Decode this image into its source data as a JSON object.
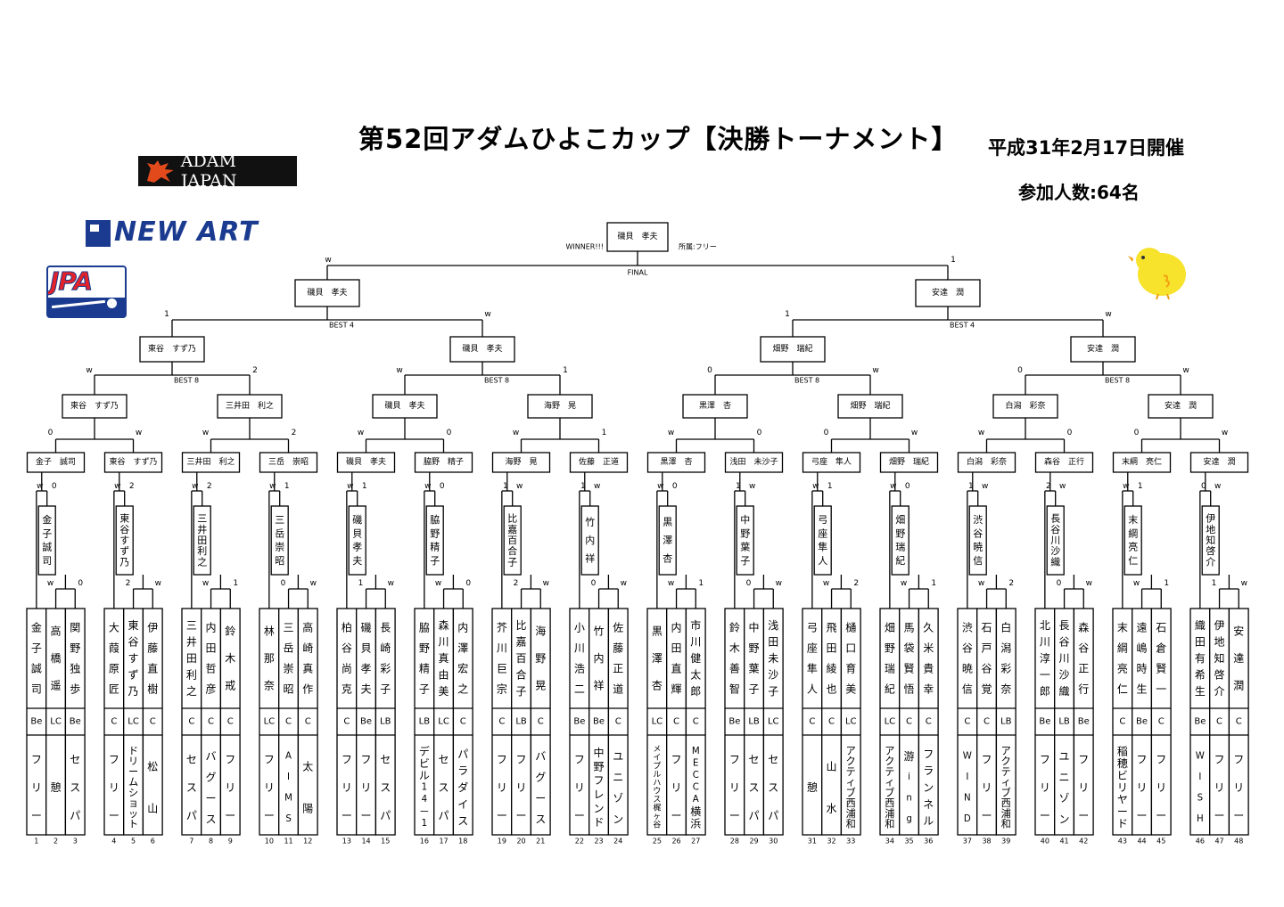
{
  "header": {
    "title": "第52回アダムひよこカップ【決勝トーナメント】",
    "date": "平成31年2月17日開催",
    "participants": "参加人数:64名"
  },
  "logos": {
    "adam": "ADAM JAPAN",
    "newart": "NEW ART",
    "jpa": "JPA",
    "chick_icon": "chick-icon"
  },
  "winner": {
    "name": "磯貝　孝夫",
    "label": "WINNER!!!",
    "affiliation": "所属:フリー"
  },
  "round_labels": {
    "final": "FINAL",
    "best4": "BEST 4",
    "best8": "BEST 8"
  },
  "final": {
    "scores": [
      "w",
      "1"
    ]
  },
  "best4": [
    {
      "name": "磯貝　孝夫",
      "scores": [
        "1",
        "w"
      ]
    },
    {
      "name": "安達　潤",
      "scores": [
        "1",
        "w"
      ]
    }
  ],
  "best8": [
    {
      "name": "東谷　すず乃",
      "scores": [
        "w",
        "2"
      ]
    },
    {
      "name": "磯貝　孝夫",
      "scores": [
        "w",
        "1"
      ]
    },
    {
      "name": "畑野　瑞紀",
      "scores": [
        "0",
        "w"
      ]
    },
    {
      "name": "安達　潤",
      "scores": [
        "0",
        "w"
      ]
    }
  ],
  "r16": [
    {
      "name": "東谷　すず乃",
      "scores": [
        "0",
        "w"
      ]
    },
    {
      "name": "三井田　利之",
      "scores": [
        "w",
        "2"
      ]
    },
    {
      "name": "磯貝　孝夫",
      "scores": [
        "w",
        "0"
      ]
    },
    {
      "name": "海野　晃",
      "scores": [
        "w",
        "1"
      ]
    },
    {
      "name": "黒澤　杏",
      "scores": [
        "w",
        "0"
      ]
    },
    {
      "name": "畑野　瑞紀",
      "scores": [
        "0",
        "w"
      ]
    },
    {
      "name": "白潟　彩奈",
      "scores": [
        "w",
        "0"
      ]
    },
    {
      "name": "安達　潤",
      "scores": [
        "0",
        "w"
      ]
    }
  ],
  "r32": [
    {
      "name": "金子　誠司",
      "scores": [
        "w",
        "0"
      ]
    },
    {
      "name": "東谷　すず乃",
      "scores": [
        "w",
        "2"
      ]
    },
    {
      "name": "三井田　利之",
      "scores": [
        "w",
        "2"
      ]
    },
    {
      "name": "三岳　崇昭",
      "scores": [
        "w",
        "1"
      ]
    },
    {
      "name": "磯貝　孝夫",
      "scores": [
        "w",
        "1"
      ]
    },
    {
      "name": "脇野　精子",
      "scores": [
        "w",
        "0"
      ]
    },
    {
      "name": "海野　晃",
      "scores": [
        "1",
        "w"
      ]
    },
    {
      "name": "佐藤　正道",
      "scores": [
        "1",
        "w"
      ]
    },
    {
      "name": "黒澤　杏",
      "scores": [
        "w",
        "0"
      ]
    },
    {
      "name": "浅田　未沙子",
      "scores": [
        "1",
        "w"
      ]
    },
    {
      "name": "弓座　隼人",
      "scores": [
        "w",
        "1"
      ]
    },
    {
      "name": "畑野　瑞紀",
      "scores": [
        "w",
        "0"
      ]
    },
    {
      "name": "白潟　彩奈",
      "scores": [
        "1",
        "w"
      ]
    },
    {
      "name": "森谷　正行",
      "scores": [
        "2",
        "w"
      ]
    },
    {
      "name": "末綱　亮仁",
      "scores": [
        "w",
        "1"
      ]
    },
    {
      "name": "安達　潤",
      "scores": [
        "0",
        "w"
      ]
    }
  ],
  "r48": [
    {
      "name": "金子誠司",
      "scores": [
        "w",
        "0"
      ]
    },
    {
      "name": "東谷すず乃",
      "scores": [
        "2",
        "w"
      ]
    },
    {
      "name": "三井田利之",
      "scores": [
        "w",
        "1"
      ]
    },
    {
      "name": "三岳崇昭",
      "scores": [
        "0",
        "w"
      ]
    },
    {
      "name": "磯貝孝夫",
      "scores": [
        "1",
        "w"
      ]
    },
    {
      "name": "脇野精子",
      "scores": [
        "w",
        "0"
      ]
    },
    {
      "name": "比嘉百合子",
      "scores": [
        "2",
        "w"
      ]
    },
    {
      "name": "竹内祥",
      "scores": [
        "0",
        "w"
      ]
    },
    {
      "name": "黒澤杏",
      "scores": [
        "w",
        "1"
      ]
    },
    {
      "name": "中野葉子",
      "scores": [
        "0",
        "w"
      ]
    },
    {
      "name": "弓座隼人",
      "scores": [
        "w",
        "2"
      ]
    },
    {
      "name": "畑野瑞紀",
      "scores": [
        "w",
        "1"
      ]
    },
    {
      "name": "渋谷暁信",
      "scores": [
        "w",
        "2"
      ]
    },
    {
      "name": "長谷川沙織",
      "scores": [
        "0",
        "w"
      ]
    },
    {
      "name": "末綱亮仁",
      "scores": [
        "w",
        "1"
      ]
    },
    {
      "name": "伊地知啓介",
      "scores": [
        "1",
        "w"
      ]
    }
  ],
  "players": [
    {
      "no": "1",
      "name": "金子　誠司",
      "cls": "Be",
      "aff": "フリー"
    },
    {
      "no": "2",
      "name": "高橋　遥",
      "cls": "LC",
      "aff": "憩"
    },
    {
      "no": "3",
      "name": "関野　独歩",
      "cls": "Be",
      "aff": "セスパ"
    },
    {
      "no": "4",
      "name": "大葭原　匠",
      "cls": "C",
      "aff": "フリー"
    },
    {
      "no": "5",
      "name": "東谷　すず乃",
      "cls": "LC",
      "aff": "ドリームショット"
    },
    {
      "no": "6",
      "name": "伊藤　直樹",
      "cls": "C",
      "aff": "松山"
    },
    {
      "no": "7",
      "name": "三井田　利之",
      "cls": "C",
      "aff": "セスパ"
    },
    {
      "no": "8",
      "name": "内田　哲彦",
      "cls": "C",
      "aff": "バグース"
    },
    {
      "no": "9",
      "name": "鈴木　戒",
      "cls": "C",
      "aff": "フリー"
    },
    {
      "no": "10",
      "name": "林　那奈",
      "cls": "LC",
      "aff": "フリー"
    },
    {
      "no": "11",
      "name": "三岳　崇昭",
      "cls": "C",
      "aff": "AIMS"
    },
    {
      "no": "12",
      "name": "高崎　真作",
      "cls": "C",
      "aff": "太陽"
    },
    {
      "no": "13",
      "name": "柏谷　尚克",
      "cls": "C",
      "aff": "フリー"
    },
    {
      "no": "14",
      "name": "磯貝　孝夫",
      "cls": "Be",
      "aff": "フリー"
    },
    {
      "no": "15",
      "name": "長崎　彩子",
      "cls": "LB",
      "aff": "セスパ"
    },
    {
      "no": "16",
      "name": "脇野　精子",
      "cls": "LB",
      "aff": "デビル14－1"
    },
    {
      "no": "17",
      "name": "森川　真由美",
      "cls": "LC",
      "aff": "セスパ"
    },
    {
      "no": "18",
      "name": "内澤　宏之",
      "cls": "C",
      "aff": "パラダイス"
    },
    {
      "no": "19",
      "name": "芥川　巨宗",
      "cls": "C",
      "aff": "フリー"
    },
    {
      "no": "20",
      "name": "比嘉　百合子",
      "cls": "LB",
      "aff": "フリー"
    },
    {
      "no": "21",
      "name": "海野　晃",
      "cls": "C",
      "aff": "バグース"
    },
    {
      "no": "22",
      "name": "小川　浩二",
      "cls": "Be",
      "aff": "フリー"
    },
    {
      "no": "23",
      "name": "竹内　祥",
      "cls": "Be",
      "aff": "中野フレンド"
    },
    {
      "no": "24",
      "name": "佐藤　正道",
      "cls": "C",
      "aff": "ユニゾン"
    },
    {
      "no": "25",
      "name": "黒澤　杏",
      "cls": "LC",
      "aff": "メイプルハウス梶ヶ谷"
    },
    {
      "no": "26",
      "name": "内田　直輝",
      "cls": "C",
      "aff": "フリー"
    },
    {
      "no": "27",
      "name": "市川　健太郎",
      "cls": "C",
      "aff": "MECCA横浜"
    },
    {
      "no": "28",
      "name": "鈴木　善智",
      "cls": "Be",
      "aff": "フリー"
    },
    {
      "no": "29",
      "name": "中野　葉子",
      "cls": "LB",
      "aff": "セスパ"
    },
    {
      "no": "30",
      "name": "浅田　未沙子",
      "cls": "LC",
      "aff": "セスパ"
    },
    {
      "no": "31",
      "name": "弓座　隼人",
      "cls": "C",
      "aff": "憩"
    },
    {
      "no": "32",
      "name": "飛田　綾也",
      "cls": "C",
      "aff": "山水"
    },
    {
      "no": "33",
      "name": "樋口　育美",
      "cls": "LC",
      "aff": "アクティブ西浦和"
    },
    {
      "no": "34",
      "name": "畑野　瑞紀",
      "cls": "LC",
      "aff": "アクティブ西浦和"
    },
    {
      "no": "35",
      "name": "馬袋　賢悟",
      "cls": "C",
      "aff": "游ing"
    },
    {
      "no": "36",
      "name": "久米　貴幸",
      "cls": "C",
      "aff": "フランネル"
    },
    {
      "no": "37",
      "name": "渋谷　暁信",
      "cls": "C",
      "aff": "WIND"
    },
    {
      "no": "38",
      "name": "石戸谷　覚",
      "cls": "C",
      "aff": "フリー"
    },
    {
      "no": "39",
      "name": "白潟　彩奈",
      "cls": "LB",
      "aff": "アクティブ西浦和"
    },
    {
      "no": "40",
      "name": "北川　淳一郎",
      "cls": "Be",
      "aff": "フリー"
    },
    {
      "no": "41",
      "name": "長谷川　沙織",
      "cls": "LB",
      "aff": "ユニゾン"
    },
    {
      "no": "42",
      "name": "森谷　正行",
      "cls": "Be",
      "aff": "フリー"
    },
    {
      "no": "43",
      "name": "末綱　亮仁",
      "cls": "C",
      "aff": "稲穂ビリヤード"
    },
    {
      "no": "44",
      "name": "遠嶋　時生",
      "cls": "Be",
      "aff": "フリー"
    },
    {
      "no": "45",
      "name": "石倉　賢一",
      "cls": "C",
      "aff": "フリー"
    },
    {
      "no": "46",
      "name": "織田　有希生",
      "cls": "Be",
      "aff": "WISH"
    },
    {
      "no": "47",
      "name": "伊地知　啓介",
      "cls": "C",
      "aff": "フリー"
    },
    {
      "no": "48",
      "name": "安達　潤",
      "cls": "C",
      "aff": "フリー"
    }
  ]
}
